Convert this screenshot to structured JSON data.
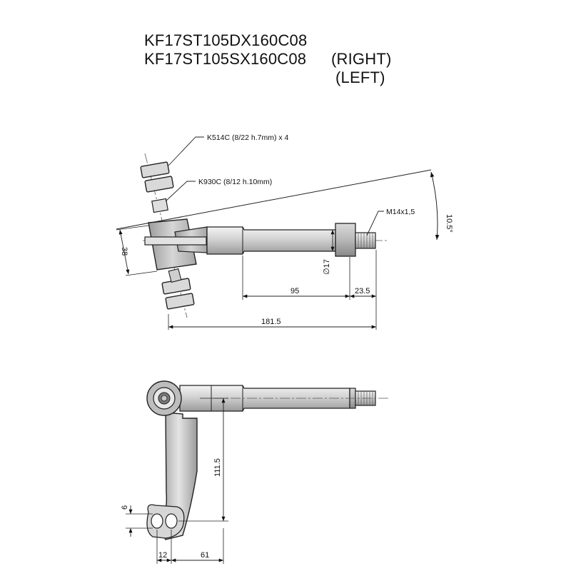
{
  "titles": [
    {
      "code": "KF17ST105DX160C08",
      "side": "(RIGHT)"
    },
    {
      "code": "KF17ST105SX160C08",
      "side": "(LEFT)"
    }
  ],
  "callouts": {
    "washers": "K514C  (8/22  h.7mm)  x 4",
    "spacer": "K930C  (8/12  h.10mm)",
    "thread": "M14x1,5"
  },
  "dimensions": {
    "angle": "10.5°",
    "height_38": "38",
    "diameter": "∅17",
    "len_95": "95",
    "len_23_5": "23.5",
    "len_181_5": "181.5",
    "len_111_5": "111.5",
    "len_6": "6",
    "len_12": "12",
    "len_61": "61"
  }
}
